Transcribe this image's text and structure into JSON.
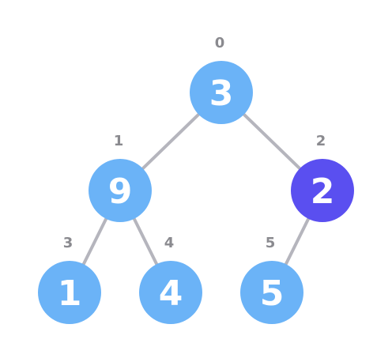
{
  "colors": {
    "node_default": "#6bb3f7",
    "node_highlight": "#5a4ff0",
    "edge": "#b5b5bd",
    "index_text": "#8a8a8f",
    "value_text": "#ffffff"
  },
  "tree": {
    "nodes": [
      {
        "index": "0",
        "value": "3",
        "highlighted": false
      },
      {
        "index": "1",
        "value": "9",
        "highlighted": false
      },
      {
        "index": "2",
        "value": "2",
        "highlighted": true
      },
      {
        "index": "3",
        "value": "1",
        "highlighted": false
      },
      {
        "index": "4",
        "value": "4",
        "highlighted": false
      },
      {
        "index": "5",
        "value": "5",
        "highlighted": false
      }
    ],
    "edges": [
      {
        "from": "0",
        "to": "1"
      },
      {
        "from": "0",
        "to": "2"
      },
      {
        "from": "1",
        "to": "3"
      },
      {
        "from": "1",
        "to": "4"
      },
      {
        "from": "2",
        "to": "5"
      }
    ]
  }
}
